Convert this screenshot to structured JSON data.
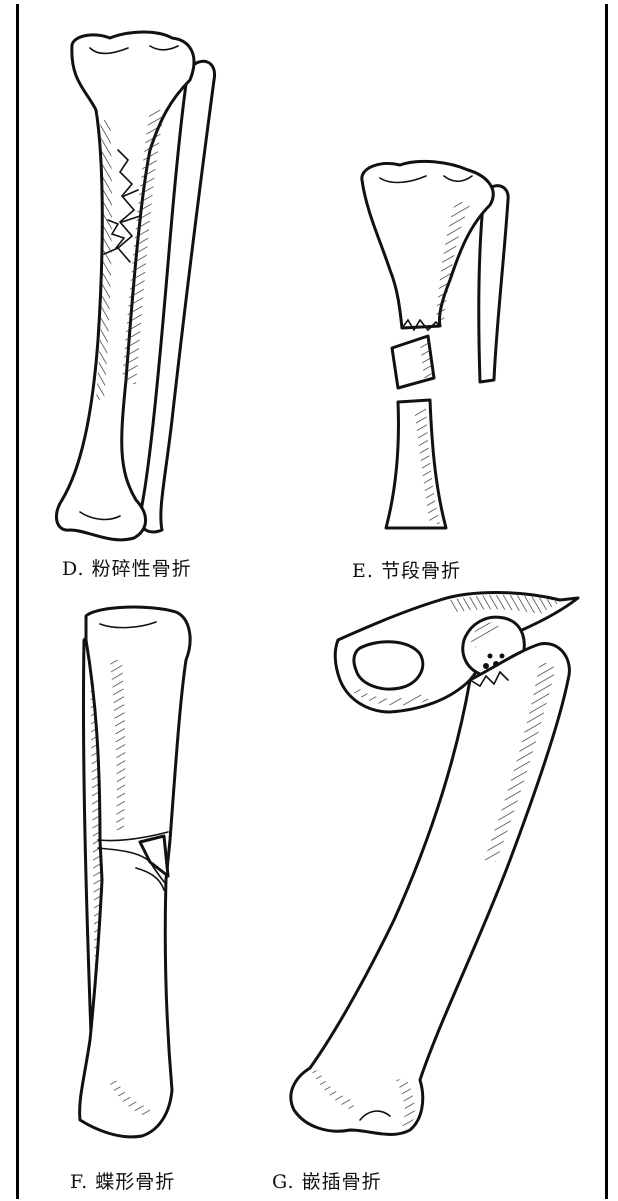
{
  "figures": [
    {
      "id": "D",
      "caption": "D. 粉碎性骨折"
    },
    {
      "id": "E",
      "caption": "E. 节段骨折"
    },
    {
      "id": "F",
      "caption": "F. 蝶形骨折"
    },
    {
      "id": "G",
      "caption": "G. 嵌插骨折"
    }
  ]
}
